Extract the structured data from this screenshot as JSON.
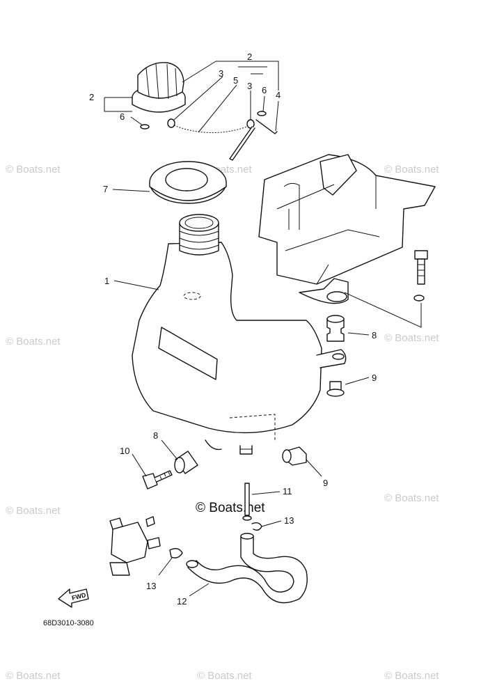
{
  "callouts": {
    "c1": "1",
    "c2_top": "2",
    "c2_left": "2",
    "c3_left": "3",
    "c3_right": "3",
    "c4": "4",
    "c5": "5",
    "c6_left": "6",
    "c6_right": "6",
    "c7": "7",
    "c8_right": "8",
    "c8_left": "8",
    "c9_upper": "9",
    "c9_lower": "9",
    "c10": "10",
    "c11": "11",
    "c12": "12",
    "c13_right": "13",
    "c13_left": "13"
  },
  "watermark": {
    "text": "© Boats.net",
    "center_text": "© Boats.net"
  },
  "fwd_label": "FWD",
  "drawing_code": "68D3010-3080"
}
